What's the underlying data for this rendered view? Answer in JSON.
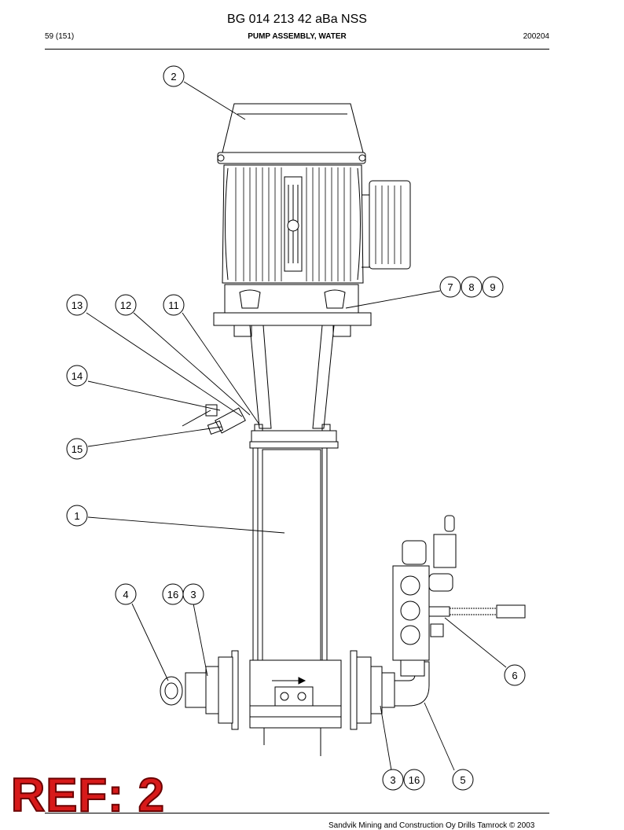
{
  "header": {
    "doc_title": "BG 014 213 42 aBa NSS",
    "page": "59 (151)",
    "section_title": "PUMP ASSEMBLY, WATER",
    "date": "200204"
  },
  "callouts": [
    "1",
    "2",
    "3",
    "4",
    "5",
    "6",
    "7",
    "8",
    "9",
    "11",
    "12",
    "13",
    "14",
    "15",
    "16"
  ],
  "stamp": "REF: 2",
  "footer": "Sandvik Mining and Construction Oy Drills Tamrock © 2003"
}
